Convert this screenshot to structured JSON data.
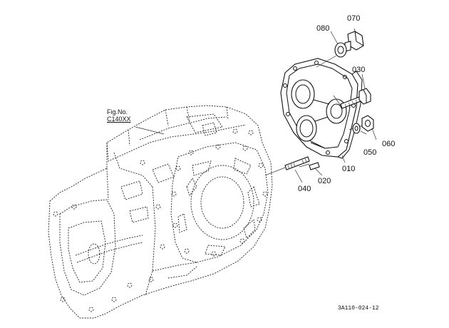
{
  "figure_ref": {
    "prefix": "Fig.No.",
    "code": "C140XX"
  },
  "diagram_id": "3A110-024-12",
  "parts": [
    {
      "number": "010",
      "icon": "bearing-cover-plate-icon"
    },
    {
      "number": "020",
      "icon": "dowel-pin-icon"
    },
    {
      "number": "030",
      "icon": "bolt-icon"
    },
    {
      "number": "040",
      "icon": "stud-bolt-icon"
    },
    {
      "number": "050",
      "icon": "washer-icon"
    },
    {
      "number": "060",
      "icon": "nut-icon"
    },
    {
      "number": "070",
      "icon": "plug-icon"
    },
    {
      "number": "080",
      "icon": "gasket-icon"
    }
  ]
}
